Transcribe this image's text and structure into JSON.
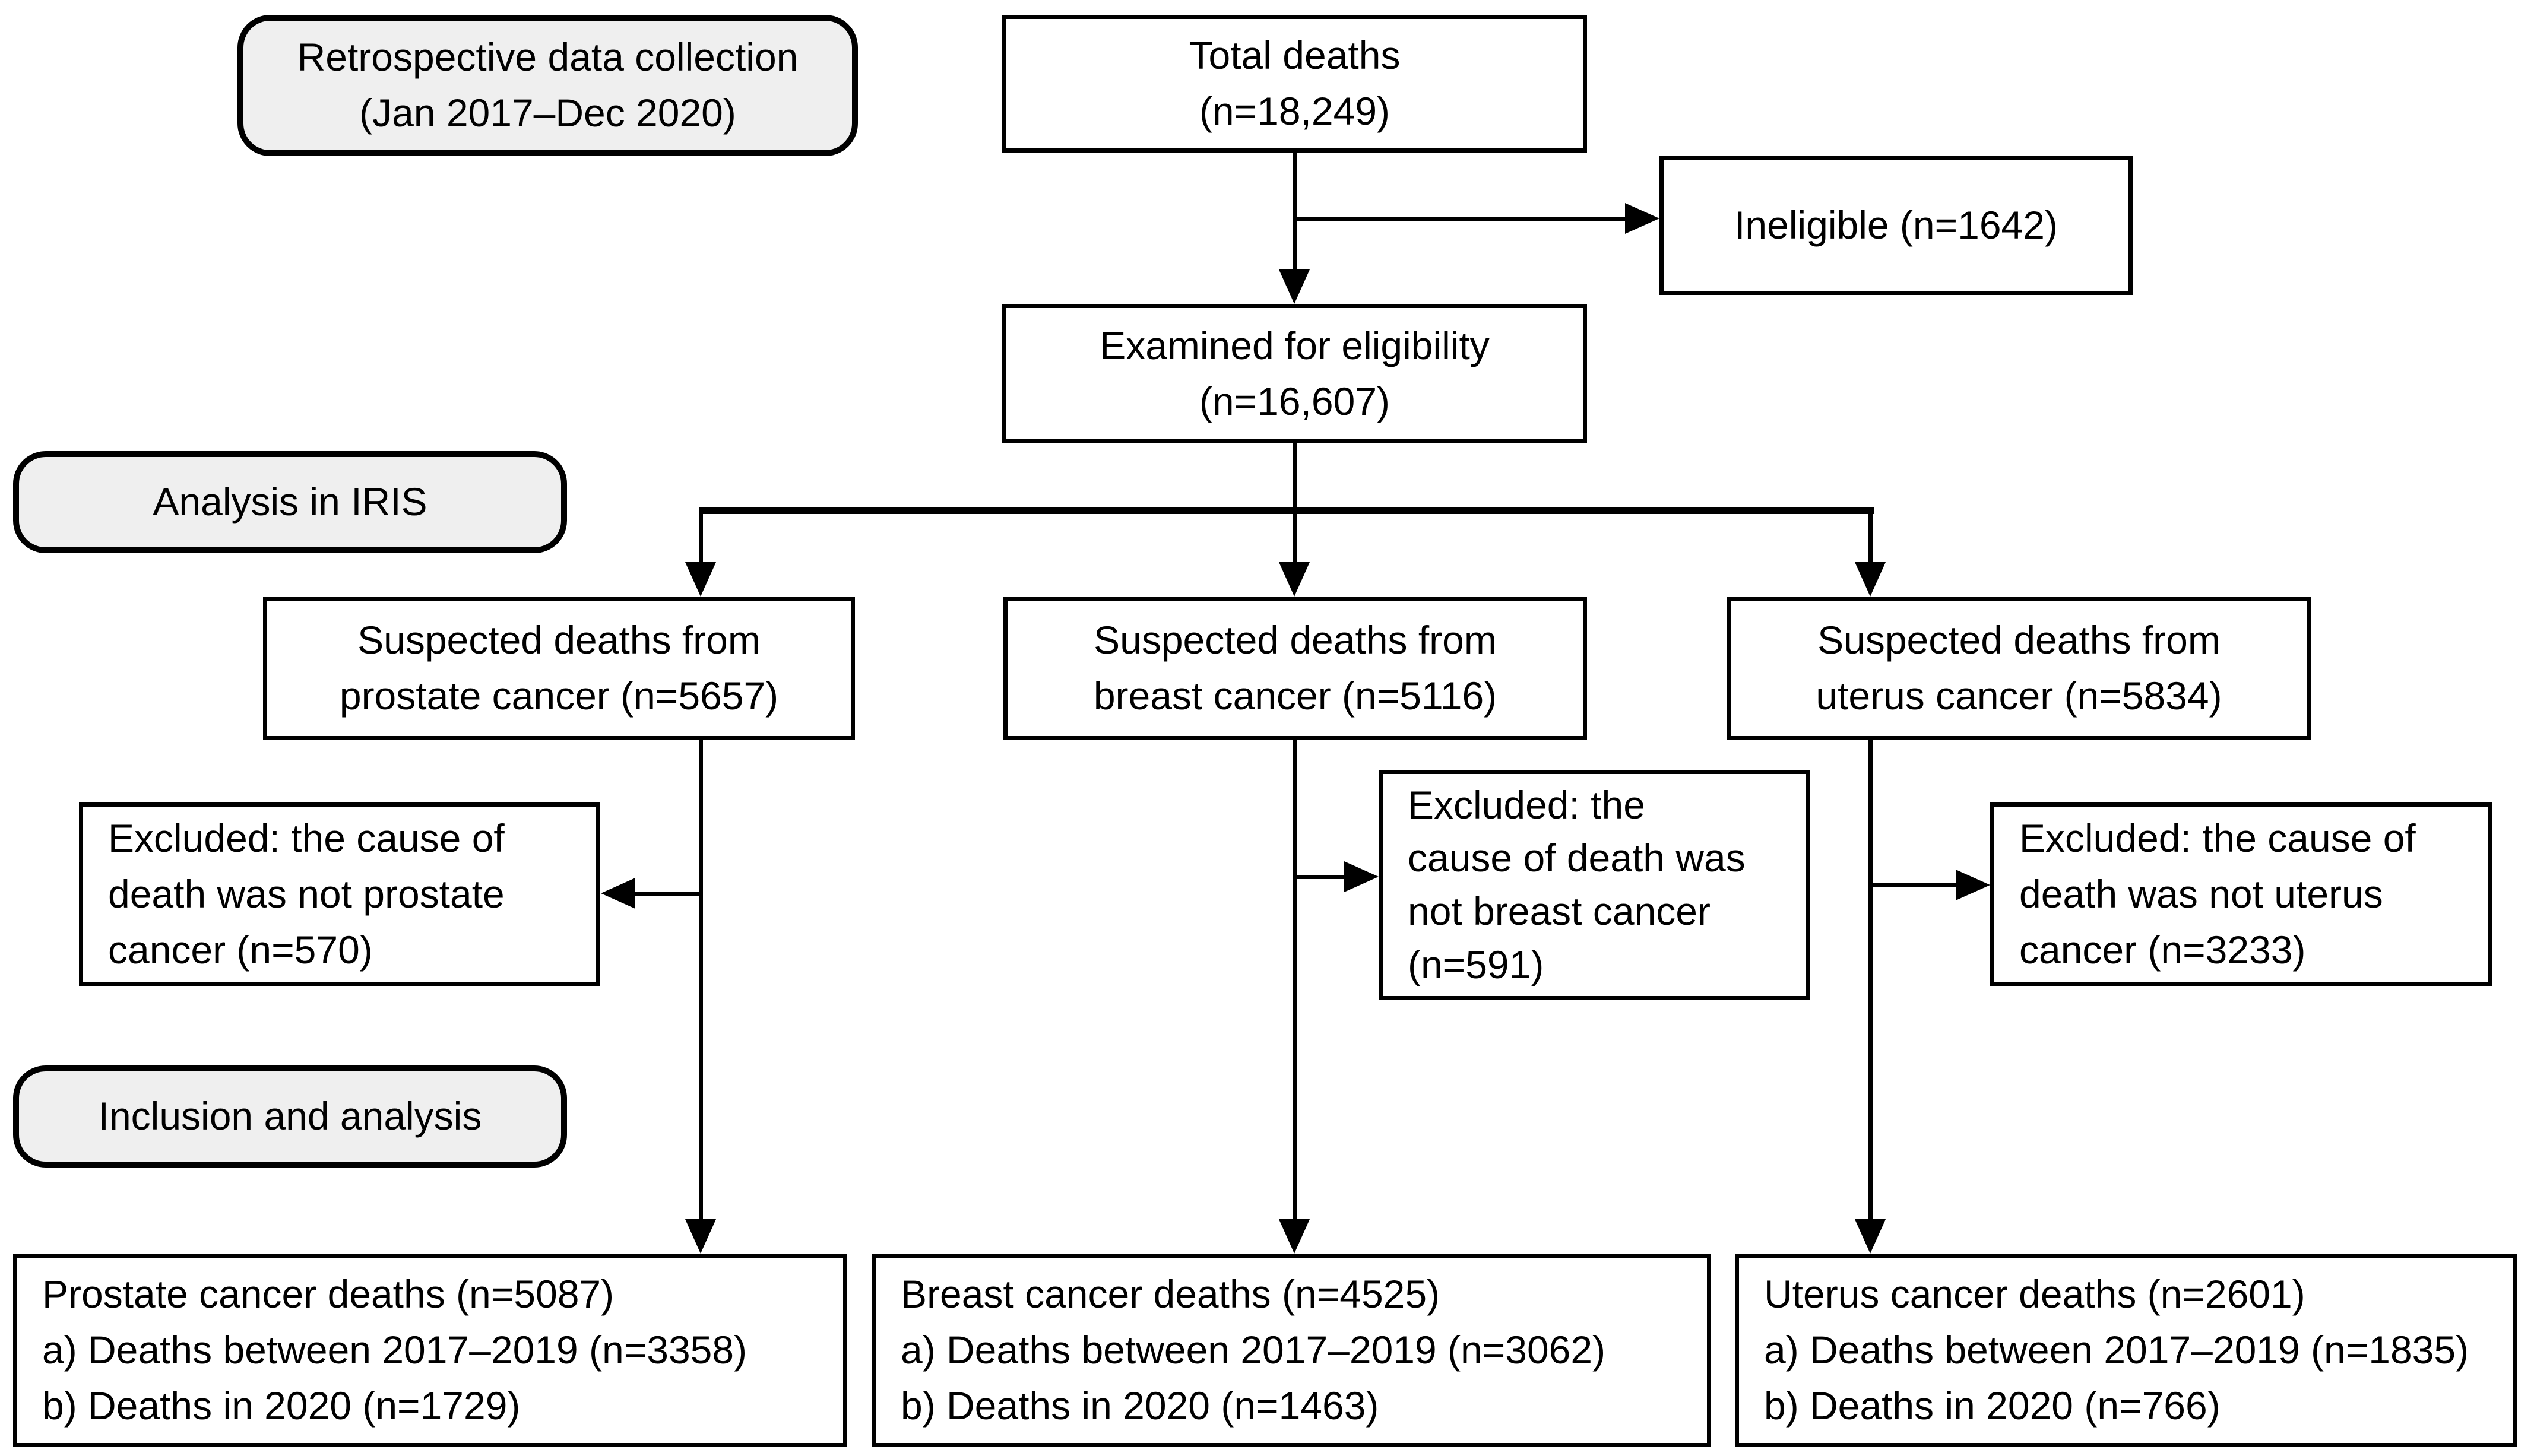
{
  "colors": {
    "border": "#000000",
    "stage_fill": "#efefef",
    "box_fill": "#ffffff",
    "text": "#000000",
    "background": "#ffffff"
  },
  "stages": {
    "retrospective": {
      "label": "Retrospective data collection\n(Jan 2017–Dec 2020)"
    },
    "iris": {
      "label": "Analysis in IRIS"
    },
    "inclusion": {
      "label": "Inclusion and analysis"
    }
  },
  "nodes": {
    "total_deaths": {
      "text": "Total deaths\n(n=18,249)"
    },
    "ineligible": {
      "text": "Ineligible (n=1642)"
    },
    "examined": {
      "text": "Examined for eligibility\n(n=16,607)"
    },
    "suspected_prostate": {
      "text": "Suspected deaths from\nprostate cancer (n=5657)"
    },
    "suspected_breast": {
      "text": "Suspected deaths from\nbreast cancer (n=5116)"
    },
    "suspected_uterus": {
      "text": "Suspected deaths from\nuterus cancer (n=5834)"
    },
    "excluded_prostate": {
      "text": "Excluded: the cause of\ndeath was not prostate\ncancer (n=570)"
    },
    "excluded_breast": {
      "text": "Excluded: the\ncause of death was\nnot breast cancer\n(n=591)"
    },
    "excluded_uterus": {
      "text": "Excluded: the cause of\ndeath was not uterus\ncancer (n=3233)"
    },
    "final_prostate": {
      "text": "Prostate cancer deaths (n=5087)\na) Deaths between 2017–2019 (n=3358)\nb) Deaths in 2020 (n=1729)"
    },
    "final_breast": {
      "text": "Breast cancer deaths (n=4525)\na) Deaths between 2017–2019 (n=3062)\nb) Deaths in 2020 (n=1463)"
    },
    "final_uterus": {
      "text": "Uterus cancer deaths (n=2601)\na) Deaths between 2017–2019 (n=1835)\nb) Deaths in 2020 (n=766)"
    }
  }
}
